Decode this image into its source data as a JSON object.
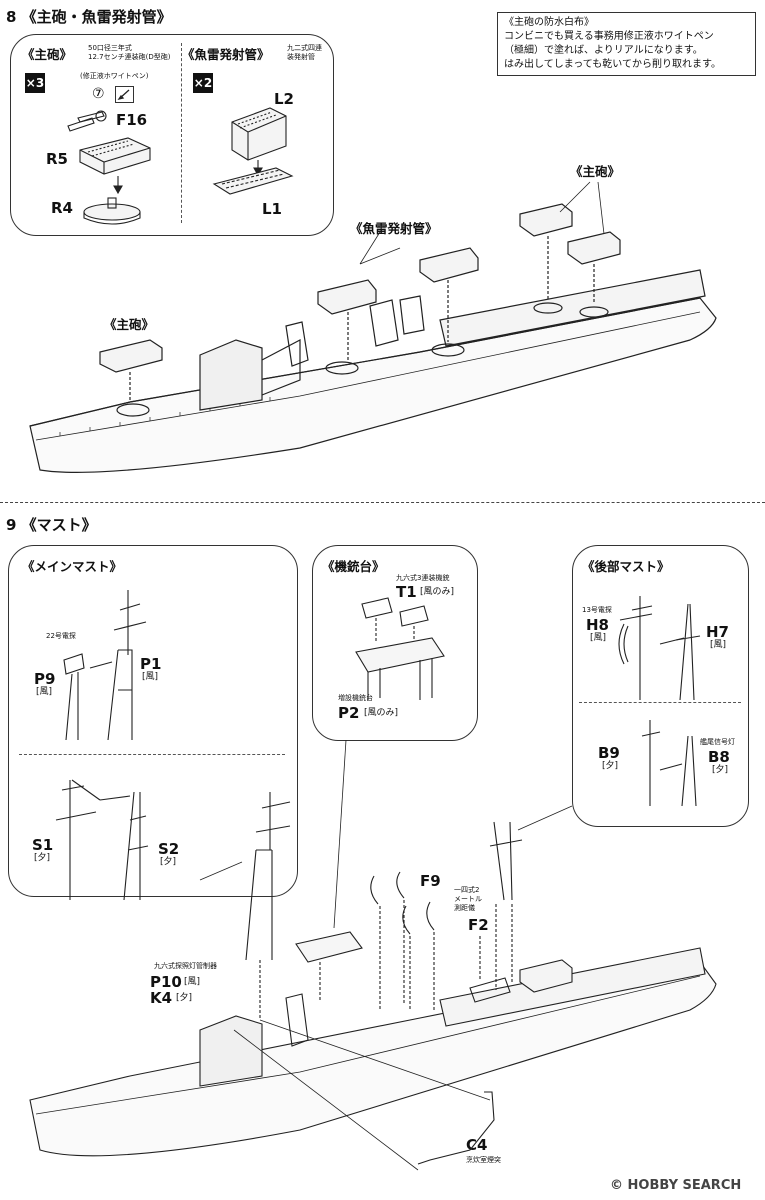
{
  "step8": {
    "number": "8",
    "title": "《主砲・魚雷発射管》",
    "note": {
      "line1": "《主砲の防水白布》",
      "line2": "コンビニでも買える事務用修正液ホワイトペン",
      "line3": "（極細）で塗れば、よりリアルになります。",
      "line4": "はみ出してしまっても乾いてから削り取れます。"
    },
    "main_gun_panel": {
      "title": "《主砲》",
      "desc_line1": "50口径三年式",
      "desc_line2": "12.7センチ連装砲(D型砲)",
      "qty": "×3",
      "paint_note": "(修正液ホワイトペン)",
      "paint_code": "⑦",
      "parts": [
        "F16",
        "R5",
        "R4"
      ]
    },
    "torpedo_panel": {
      "title": "《魚雷発射管》",
      "desc_line1": "九二式四連",
      "desc_line2": "装発射管",
      "qty": "×2",
      "parts": [
        "L2",
        "L1"
      ]
    },
    "callouts": {
      "main_gun_fore": "《主砲》",
      "main_gun_aft": "《主砲》",
      "torpedo": "《魚雷発射管》"
    }
  },
  "step9": {
    "number": "9",
    "title": "《マスト》",
    "main_mast_panel": {
      "title": "《メインマスト》",
      "radar_note": "22号電探",
      "p9": "P9",
      "p9_tag": "[風]",
      "p1": "P1",
      "p1_tag": "[風]",
      "s1": "S1",
      "s1_tag": "[夕]",
      "s2": "S2",
      "s2_tag": "[夕]"
    },
    "mg_panel": {
      "title": "《機銃台》",
      "gun_note": "九六式3連装機銃",
      "t1": "T1",
      "t1_tag": "[風のみ]",
      "base_note": "増設機銃台",
      "p2": "P2",
      "p2_tag": "[風のみ]"
    },
    "aft_mast_panel": {
      "title": "《後部マスト》",
      "radar_note": "13号電探",
      "h8": "H8",
      "h8_tag": "[風]",
      "h7": "H7",
      "h7_tag": "[風]",
      "b9": "B9",
      "b9_tag": "[夕]",
      "light_note": "艦尾信号灯",
      "b8": "B8",
      "b8_tag": "[夕]"
    },
    "hull_callouts": {
      "f9": "F9",
      "f2_note_line1": "一四式2",
      "f2_note_line2": "メートル",
      "f2_note_line3": "測距儀",
      "f2": "F2",
      "p10_note": "九六式探照灯管制器",
      "p10": "P10",
      "p10_tag": "[風]",
      "k4": "K4",
      "k4_tag": "[夕]",
      "c4": "C4",
      "c4_note": "烹炊室煙突"
    }
  },
  "watermark": "© HOBBY SEARCH"
}
